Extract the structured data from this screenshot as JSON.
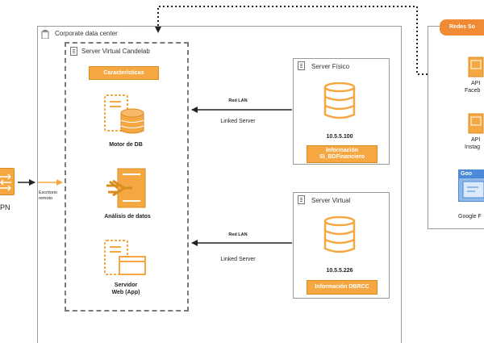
{
  "corporate": {
    "title": "Corporate data center"
  },
  "server_virtual_candelab": {
    "title": "Server Virtual  Candelab",
    "button": "Características",
    "components": [
      {
        "label": "Motor de DB"
      },
      {
        "label": "Análisis de datos"
      },
      {
        "label_line1": "Servidor",
        "label_line2": "Web (App)"
      }
    ]
  },
  "server_fisico": {
    "title": "Server Físico",
    "ip": "10.5.5.100",
    "info_line1": "Información",
    "info_line2": "SI_BDFinanciero"
  },
  "server_virtual": {
    "title": "Server Virtual",
    "ip": "10.5.5.226",
    "info": "Información DBRCC"
  },
  "links": [
    {
      "top_label": "Red LAN",
      "bottom_label": "Linked Server"
    },
    {
      "top_label": "Red LAN",
      "bottom_label": "Linked Server"
    }
  ],
  "vpn": {
    "label": "PN",
    "arrow_label_line1": "Escritorio",
    "arrow_label_line2": "remoto"
  },
  "social": {
    "header": "Redes So",
    "items": [
      {
        "line1": "API",
        "line2": "Faceb"
      },
      {
        "line1": "API",
        "line2": "Instag"
      },
      {
        "badge": "Goo",
        "line1": "Google F"
      }
    ]
  },
  "colors": {
    "accent": "#f5a742",
    "accent_dark": "#d98c22",
    "border": "#9a9a9a",
    "social_header": "#f08a35",
    "google_blue": "#4a8ad8"
  }
}
